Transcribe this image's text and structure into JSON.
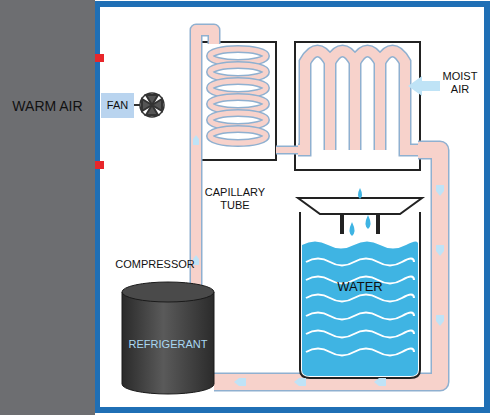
{
  "diagram": {
    "nodes": [
      {
        "text": [
          "WARM AIR"
        ]
      },
      {
        "text": [
          "FAN"
        ]
      },
      {
        "text": [
          "REFRIGERANT"
        ]
      },
      {
        "text": [
          "WATER"
        ]
      }
    ],
    "labels": [
      "CAPILLARY TUBE",
      "MOIST AIR",
      "COMPRESSOR"
    ]
  }
}
